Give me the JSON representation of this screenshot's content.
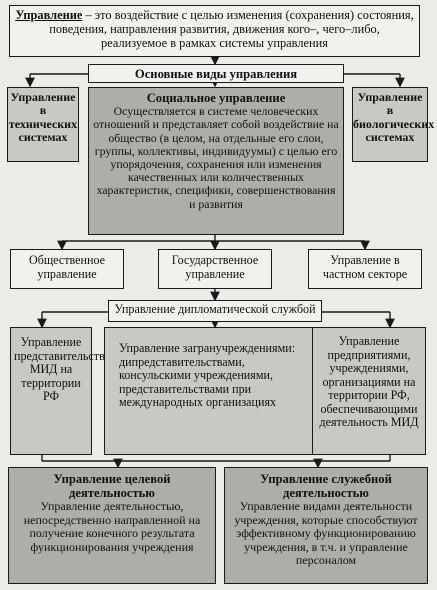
{
  "definition": {
    "term": "Управление",
    "text": " – это воздействие с целью изменения (сохранения) состояния, поведения, направления развития, движения кого–, чего–либо, реализуемое в рамках системы управления"
  },
  "main_types": "Основные виды управления",
  "technical": "Управление в технических системах",
  "social": {
    "title": "Социальное управление",
    "text": "Осуществляется в системе человеческих отношений и представляет собой воздействие на общество (в целом, на отдельные его слои, группы, коллективы, индивидуумы) с целью его упорядочения, сохранения или изменения качественных или количественных характеристик, специфики, совершенствования и развития"
  },
  "biological": "Управление в биологических системах",
  "public": "Общественное управление",
  "state": "Государственное управление",
  "private": "Управление в частном секторе",
  "diplomatic": "Управление дипломатической службой",
  "mfa": "Управление представительствами МИД на территории РФ",
  "foreign": "Управление загранучреждениями: дипредставительствами, консульскими учреждениями, представительствами при международных организациях",
  "enterprises": "Управление предприятиями, учреждениями, организациями на территории РФ, обеспечивающими деятельность МИД",
  "target": {
    "title": "Управление целевой деятельностью",
    "text": "Управление деятельностью, непосредственно направленной на получение конечного результата функционирования учреждения"
  },
  "service": {
    "title": "Управление служебной деятельностью",
    "text": "Управление видами деятельности учреждения, которые способствуют эффективному функционированию учреждения, в т.ч. и управление персоналом"
  }
}
